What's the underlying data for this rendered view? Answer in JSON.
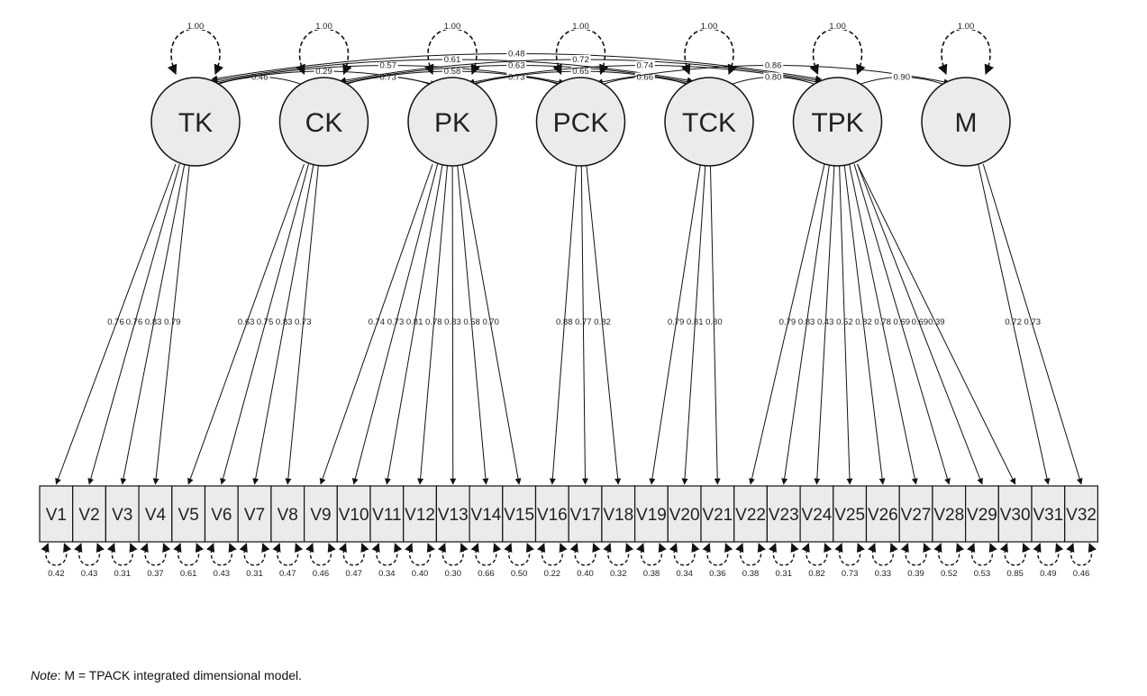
{
  "factors": [
    {
      "label": "TK",
      "variance": "1.00"
    },
    {
      "label": "CK",
      "variance": "1.00"
    },
    {
      "label": "PK",
      "variance": "1.00"
    },
    {
      "label": "PCK",
      "variance": "1.00"
    },
    {
      "label": "TCK",
      "variance": "1.00"
    },
    {
      "label": "TPK",
      "variance": "1.00"
    },
    {
      "label": "M",
      "variance": "1.00"
    }
  ],
  "items": [
    {
      "label": "V1",
      "residual": "0.42"
    },
    {
      "label": "V2",
      "residual": "0.43"
    },
    {
      "label": "V3",
      "residual": "0.31"
    },
    {
      "label": "V4",
      "residual": "0.37"
    },
    {
      "label": "V5",
      "residual": "0.61"
    },
    {
      "label": "V6",
      "residual": "0.43"
    },
    {
      "label": "V7",
      "residual": "0.31"
    },
    {
      "label": "V8",
      "residual": "0.47"
    },
    {
      "label": "V9",
      "residual": "0.46"
    },
    {
      "label": "V10",
      "residual": "0.47"
    },
    {
      "label": "V11",
      "residual": "0.34"
    },
    {
      "label": "V12",
      "residual": "0.40"
    },
    {
      "label": "V13",
      "residual": "0.30"
    },
    {
      "label": "V14",
      "residual": "0.66"
    },
    {
      "label": "V15",
      "residual": "0.50"
    },
    {
      "label": "V16",
      "residual": "0.22"
    },
    {
      "label": "V17",
      "residual": "0.40"
    },
    {
      "label": "V18",
      "residual": "0.32"
    },
    {
      "label": "V19",
      "residual": "0.38"
    },
    {
      "label": "V20",
      "residual": "0.34"
    },
    {
      "label": "V21",
      "residual": "0.36"
    },
    {
      "label": "V22",
      "residual": "0.38"
    },
    {
      "label": "V23",
      "residual": "0.31"
    },
    {
      "label": "V24",
      "residual": "0.82"
    },
    {
      "label": "V25",
      "residual": "0.73"
    },
    {
      "label": "V26",
      "residual": "0.33"
    },
    {
      "label": "V27",
      "residual": "0.39"
    },
    {
      "label": "V28",
      "residual": "0.52"
    },
    {
      "label": "V29",
      "residual": "0.53"
    },
    {
      "label": "V30",
      "residual": "0.85"
    },
    {
      "label": "V31",
      "residual": "0.49"
    },
    {
      "label": "V32",
      "residual": "0.46"
    }
  ],
  "loadings": [
    {
      "factor": 0,
      "item": 0,
      "value": "0.76"
    },
    {
      "factor": 0,
      "item": 1,
      "value": "0.76"
    },
    {
      "factor": 0,
      "item": 2,
      "value": "0.83"
    },
    {
      "factor": 0,
      "item": 3,
      "value": "0.79"
    },
    {
      "factor": 1,
      "item": 4,
      "value": "0.63"
    },
    {
      "factor": 1,
      "item": 5,
      "value": "0.75"
    },
    {
      "factor": 1,
      "item": 6,
      "value": "0.83"
    },
    {
      "factor": 1,
      "item": 7,
      "value": "0.73"
    },
    {
      "factor": 2,
      "item": 8,
      "value": "0.74"
    },
    {
      "factor": 2,
      "item": 9,
      "value": "0.73"
    },
    {
      "factor": 2,
      "item": 10,
      "value": "0.81"
    },
    {
      "factor": 2,
      "item": 11,
      "value": "0.78"
    },
    {
      "factor": 2,
      "item": 12,
      "value": "0.83"
    },
    {
      "factor": 2,
      "item": 13,
      "value": "0.58"
    },
    {
      "factor": 2,
      "item": 14,
      "value": "0.70"
    },
    {
      "factor": 3,
      "item": 15,
      "value": "0.88"
    },
    {
      "factor": 3,
      "item": 16,
      "value": "0.77"
    },
    {
      "factor": 3,
      "item": 17,
      "value": "0.82"
    },
    {
      "factor": 4,
      "item": 18,
      "value": "0.79"
    },
    {
      "factor": 4,
      "item": 19,
      "value": "0.81"
    },
    {
      "factor": 4,
      "item": 20,
      "value": "0.80"
    },
    {
      "factor": 5,
      "item": 21,
      "value": "0.79"
    },
    {
      "factor": 5,
      "item": 22,
      "value": "0.83"
    },
    {
      "factor": 5,
      "item": 23,
      "value": "0.43"
    },
    {
      "factor": 5,
      "item": 24,
      "value": "0.52"
    },
    {
      "factor": 5,
      "item": 25,
      "value": "0.82"
    },
    {
      "factor": 5,
      "item": 26,
      "value": "0.78"
    },
    {
      "factor": 5,
      "item": 27,
      "value": "0.69"
    },
    {
      "factor": 5,
      "item": 28,
      "value": "0.69"
    },
    {
      "factor": 5,
      "item": 29,
      "value": "0.39"
    },
    {
      "factor": 6,
      "item": 30,
      "value": "0.72"
    },
    {
      "factor": 6,
      "item": 31,
      "value": "0.73"
    }
  ],
  "correlations": [
    {
      "from": 0,
      "to": 1,
      "value": "0.46"
    },
    {
      "from": 0,
      "to": 2,
      "value": "0.29"
    },
    {
      "from": 0,
      "to": 3,
      "value": "0.57"
    },
    {
      "from": 0,
      "to": 4,
      "value": "0.61"
    },
    {
      "from": 0,
      "to": 5,
      "value": "0.48"
    },
    {
      "from": 1,
      "to": 2,
      "value": "0.73"
    },
    {
      "from": 1,
      "to": 3,
      "value": "0.58"
    },
    {
      "from": 1,
      "to": 4,
      "value": "0.63"
    },
    {
      "from": 1,
      "to": 5,
      "value": "0.72"
    },
    {
      "from": 2,
      "to": 3,
      "value": "0.73"
    },
    {
      "from": 2,
      "to": 4,
      "value": "0.65"
    },
    {
      "from": 2,
      "to": 5,
      "value": "0.74"
    },
    {
      "from": 3,
      "to": 4,
      "value": "0.66"
    },
    {
      "from": 3,
      "to": 6,
      "value": "0.86"
    },
    {
      "from": 4,
      "to": 5,
      "value": "0.80"
    },
    {
      "from": 5,
      "to": 6,
      "value": "0.90"
    }
  ],
  "note": {
    "prefix": "Note",
    "text": ": M = TPACK integrated dimensional model."
  }
}
